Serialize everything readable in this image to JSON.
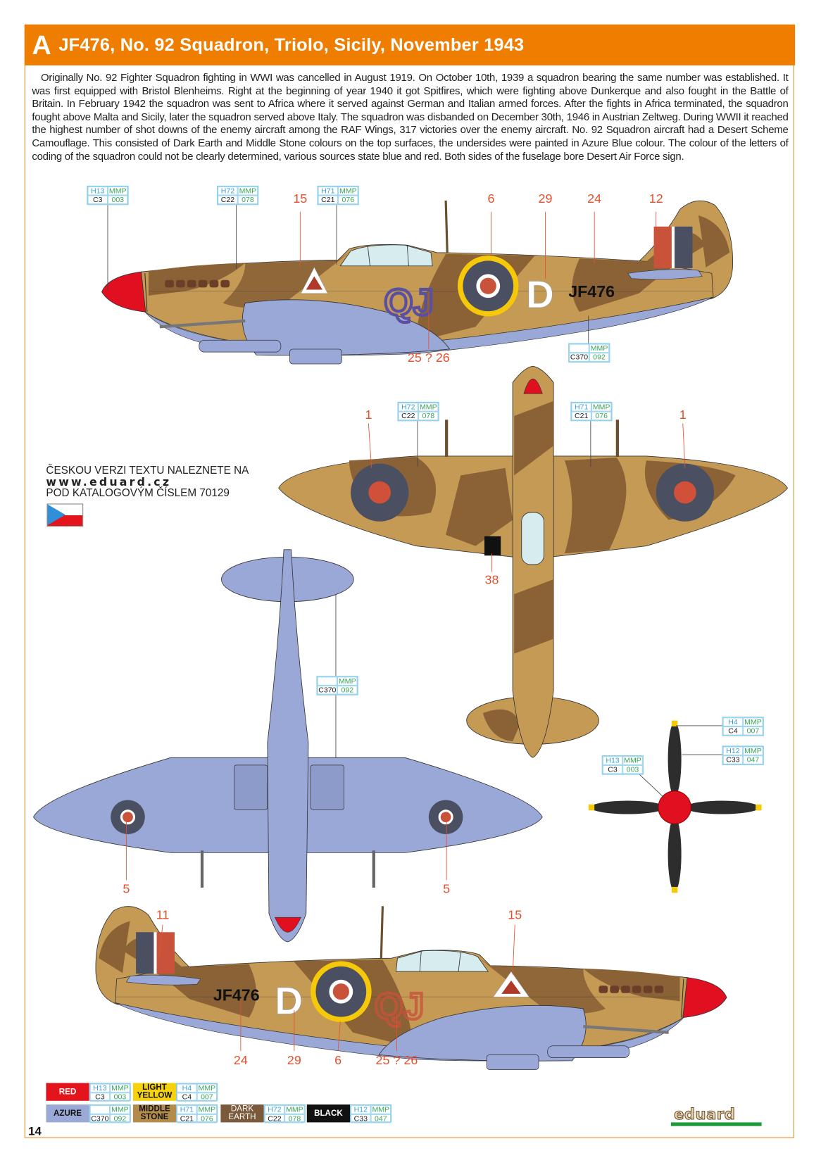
{
  "header": {
    "letter": "A",
    "title": "JF476, No. 92 Squadron, Triolo, Sicily, November 1943",
    "accent": "#ef7d00"
  },
  "description": "Originally No. 92 Fighter Squadron fighting in WWI was cancelled in August 1919. On October 10th, 1939 a squadron bearing the same number was established. It was first equipped with Bristol Blenheims. Right at the beginning of year 1940 it got Spitfires, which were fighting above Dunkerque and also fought in the Battle of Britain. In February 1942 the squadron was sent to Africa where it served against German and Italian armed forces. After the fights in Africa terminated, the squadron fought above Malta and Sicily, later the squadron served above Italy. The squadron was disbanded on December 30th, 1946 in Austrian Zeltweg. During WWII it reached the highest number of shot downs of the enemy aircraft among the RAF Wings, 317 victories over the enemy aircraft. No. 92 Squadron aircraft had a Desert Scheme Camouflage. This consisted of Dark Earth and Middle Stone colours on the top surfaces, the undersides were painted in Azure Blue colour. The colour of the letters of coding of the squadron could not be clearly determined, various sources state blue and red. Both sides of the fuselage bore Desert Air Force sign.",
  "czech_note": {
    "line1": "ČESKOU VERZI TEXTU NALEZNETE NA",
    "url": "www.eduard.cz",
    "line3": "POD KATALOGOVÝM ČÍSLEM 70129"
  },
  "callouts": [
    {
      "h": "H13",
      "mmp": "MMP",
      "c": "C3",
      "num": "003"
    },
    {
      "h": "H72",
      "mmp": "MMP",
      "c": "C22",
      "num": "078"
    },
    {
      "h": "H71",
      "mmp": "MMP",
      "c": "C21",
      "num": "076"
    },
    {
      "h": "",
      "mmp": "MMP",
      "c": "C370",
      "num": "092"
    },
    {
      "h": "H72",
      "mmp": "MMP",
      "c": "C22",
      "num": "078"
    },
    {
      "h": "H71",
      "mmp": "MMP",
      "c": "C21",
      "num": "076"
    },
    {
      "h": "",
      "mmp": "MMP",
      "c": "C370",
      "num": "092"
    },
    {
      "h": "H4",
      "mmp": "MMP",
      "c": "C4",
      "num": "007"
    },
    {
      "h": "H12",
      "mmp": "MMP",
      "c": "C33",
      "num": "047"
    },
    {
      "h": "H13",
      "mmp": "MMP",
      "c": "C3",
      "num": "003"
    }
  ],
  "markings": {
    "left_side": [
      "15",
      "6",
      "29",
      "24",
      "12",
      "25 ? 26"
    ],
    "top_view": [
      "1",
      "1",
      "38"
    ],
    "bottom_view": [
      "5",
      "5"
    ],
    "right_side": [
      "11",
      "15",
      "24",
      "29",
      "6",
      "25 ? 26"
    ]
  },
  "aircraft": {
    "serial": "JF476",
    "code": "QJ",
    "individual": "D"
  },
  "legend": [
    {
      "name1": "RED",
      "name2": "",
      "color": "#e3141b",
      "text_color": "#ffffff",
      "h": "H13",
      "mmp": "MMP",
      "c": "C3",
      "num": "003"
    },
    {
      "name1": "LIGHT",
      "name2": "YELLOW",
      "color": "#f6d20c",
      "text_color": "#111111",
      "h": "H4",
      "mmp": "MMP",
      "c": "C4",
      "num": "007"
    },
    {
      "name1": "AZURE",
      "name2": "",
      "color": "#9aa9d6",
      "text_color": "#111111",
      "h": "",
      "mmp": "MMP",
      "c": "C370",
      "num": "092"
    },
    {
      "name1": "MIDDLE",
      "name2": "STONE",
      "color": "#b38c4c",
      "text_color": "#111111",
      "h": "H71",
      "mmp": "MMP",
      "c": "C21",
      "num": "076"
    },
    {
      "name1": "DARK",
      "name2": "EARTH",
      "color": "#7b5a3b",
      "text_color": "#ffffff",
      "h": "H72",
      "mmp": "MMP",
      "c": "C22",
      "num": "078"
    },
    {
      "name1": "BLACK",
      "name2": "",
      "color": "#111111",
      "text_color": "#ffffff",
      "h": "H12",
      "mmp": "MMP",
      "c": "C33",
      "num": "047"
    }
  ],
  "page_number": "14",
  "logo": "eduard"
}
